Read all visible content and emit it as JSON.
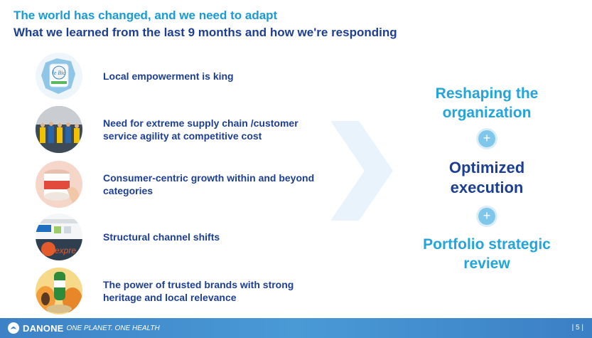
{
  "header": {
    "title": "The world has changed, and we need to adapt",
    "subtitle": "What we learned from the last 9 months and how we're responding"
  },
  "learnings": [
    {
      "text": "Local empowerment is king",
      "image": "le-bio-yogurt-france-map"
    },
    {
      "text": "Need for extreme supply chain /customer service agility at competitive cost",
      "image": "warehouse-workers"
    },
    {
      "text": "Consumer-centric growth within and beyond categories",
      "image": "danone-product-jar"
    },
    {
      "text": "Structural channel shifts",
      "image": "online-shop-and-express-store"
    },
    {
      "text": "The power of trusted brands with strong heritage and local relevance",
      "image": "activia-bottle-with-papaya"
    }
  ],
  "responses": {
    "item1": "Reshaping the organization",
    "item2": "Optimized execution",
    "item3": "Portfolio strategic review",
    "plus": "+"
  },
  "footer": {
    "brand": "DANONE",
    "tagline": "ONE PLANET. ONE HEALTH",
    "page": "| 5 |"
  },
  "colors": {
    "light_blue": "#1a9ad6",
    "dark_blue": "#1c3f94",
    "footer_blue": "#4a9ad6"
  }
}
